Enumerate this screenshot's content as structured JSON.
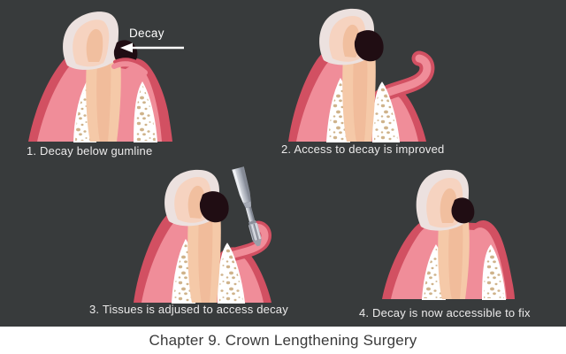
{
  "figure": {
    "decay_label": "Decay",
    "steps": [
      {
        "caption": "1. Decay below gumline"
      },
      {
        "caption": "2. Access to decay is improved"
      },
      {
        "caption": "3. Tissues is adjused to access decay"
      },
      {
        "caption": "4. Decay is now accessible to fix"
      }
    ],
    "title": "Chapter 9. Crown Lengthening Surgery",
    "colors": {
      "background": "#383b3c",
      "caption_band": "#ffffff",
      "step_caption_text": "#ecebeb",
      "title_text": "#3a3a3a",
      "gum_outer": "#d25062",
      "gum_inner": "#f08d99",
      "bone": "#ffffff",
      "bone_speckle": "#cfb38b",
      "tooth_root": "#f5c9a8",
      "tooth_root_core": "#eeb694",
      "tooth_crown": "#ece1df",
      "tooth_crown_inner": "#f6d3c0",
      "decay": "#200d13",
      "tool_metal": "#b9bec8",
      "arrow": "#ffffff"
    }
  }
}
